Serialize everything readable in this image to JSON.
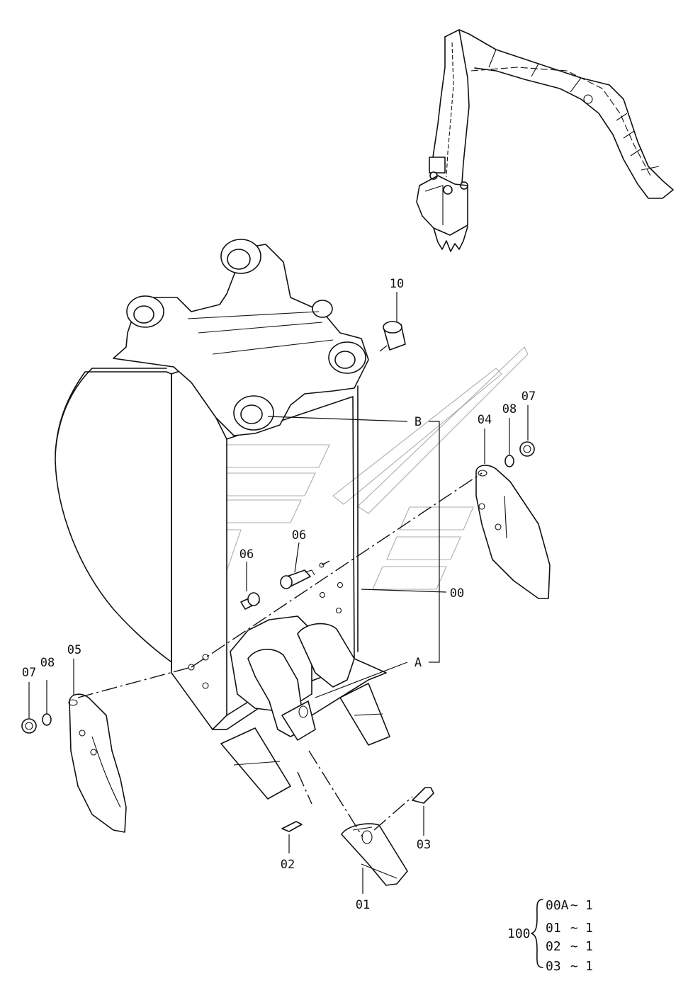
{
  "labels": {
    "p10": "10",
    "pB": "B",
    "p04": "04",
    "p08_right": "08",
    "p07_right": "07",
    "p06_upper": "06",
    "p06_lower": "06",
    "p00": "00",
    "pA": "A",
    "p05": "05",
    "p08_left": "08",
    "p07_left": "07",
    "p02": "02",
    "p03": "03",
    "p01": "01"
  },
  "kit": {
    "number": "100",
    "rows": [
      {
        "part": "00A",
        "sep": "~",
        "qty": "1"
      },
      {
        "part": "01",
        "sep": "~",
        "qty": "1"
      },
      {
        "part": "02",
        "sep": "~",
        "qty": "1"
      },
      {
        "part": "03",
        "sep": "~",
        "qty": "1"
      }
    ]
  },
  "icons": {
    "overview": "excavator-arm-icon",
    "watermark": "logo-watermark-icon"
  }
}
